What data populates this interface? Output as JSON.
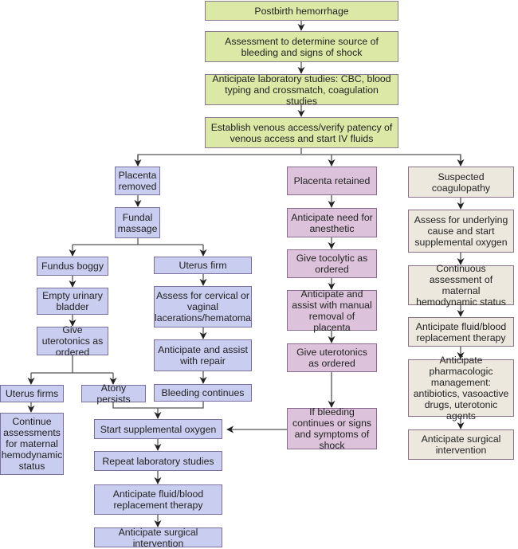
{
  "title": "Postbirth hemorrhage",
  "colors": {
    "common": "#dbe8a6",
    "placenta_removed": "#c9cdef",
    "placenta_retained": "#dcc3db",
    "coagulopathy": "#ece8de",
    "connector": "#555555"
  },
  "common_steps": [
    "Postbirth hemorrhage",
    "Assessment to determine source of bleeding and signs of shock",
    "Anticipate laboratory studies: CBC, blood typing and crossmatch, coagulation studies",
    "Establish venous access/verify patency of venous access and start IV fluids"
  ],
  "removed": {
    "header": "Placenta removed",
    "massage": "Fundal massage",
    "boggy": {
      "header": "Fundus boggy",
      "steps": [
        "Empty urinary bladder",
        "Give uterotonics as ordered"
      ],
      "firms": "Uterus firms",
      "firms_next": "Continue assessments for maternal hemodynamic status",
      "atony": "Atony persists"
    },
    "firm": {
      "header": "Uterus firm",
      "steps": [
        "Assess for cervical or vaginal lacerations/hematoma",
        "Anticipate and assist with repair",
        "Bleeding continues"
      ]
    },
    "merged": [
      "Start supplemental oxygen",
      "Repeat laboratory studies",
      "Anticipate fluid/blood replacement therapy",
      "Anticipate surgical intervention"
    ]
  },
  "retained": {
    "header": "Placenta retained",
    "steps": [
      "Anticipate need for anesthetic",
      "Give tocolytic as ordered",
      "Anticipate and assist with manual removal of placenta",
      "Give uterotonics as ordered",
      "If bleeding continues or signs and symptoms of shock"
    ]
  },
  "coagulopathy": {
    "header": "Suspected coagulopathy",
    "steps": [
      "Assess for underlying cause and start supplemental oxygen",
      "Continuous assessment of maternal hemodynamic status",
      "Anticipate fluid/blood replacement therapy",
      "Anticipate pharmacologic management: antibiotics, vasoactive drugs, uterotonic agents",
      "Anticipate surgical intervention"
    ]
  }
}
